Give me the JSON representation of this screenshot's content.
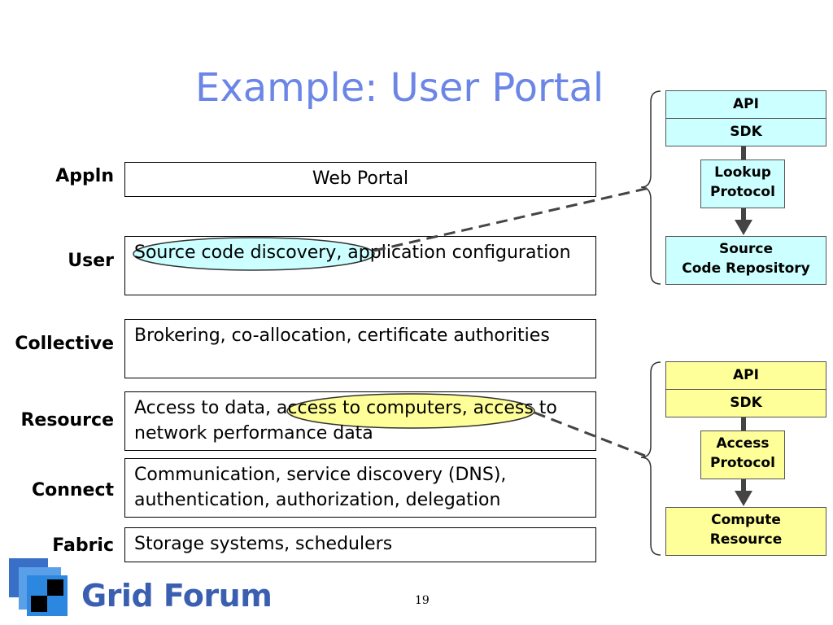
{
  "title": "Example: User Portal",
  "layers": [
    {
      "label": "Appln",
      "content": "Web Portal"
    },
    {
      "label": "User",
      "content": "Source code discovery, application configuration"
    },
    {
      "label": "Collective",
      "content": "Brokering, co-allocation, certificate authorities"
    },
    {
      "label": "Resource",
      "content": "Access to data, access to computers, access to network performance data"
    },
    {
      "label": "Connect",
      "content": "Communication, service discovery (DNS), authentication, authorization, delegation"
    },
    {
      "label": "Fabric",
      "content": "Storage systems, schedulers"
    }
  ],
  "top_stack": {
    "api": "API",
    "sdk": "SDK",
    "protocol": "Lookup Protocol",
    "target": "Source Code Repository",
    "color": "#ccffff"
  },
  "bottom_stack": {
    "api": "API",
    "sdk": "SDK",
    "protocol": "Access Protocol",
    "target": "Compute Resource",
    "color": "#ffff99"
  },
  "highlights": {
    "user": "Source code discovery",
    "resource": "access to computers"
  },
  "logo": {
    "text": "Grid Forum"
  },
  "page_number": "19"
}
